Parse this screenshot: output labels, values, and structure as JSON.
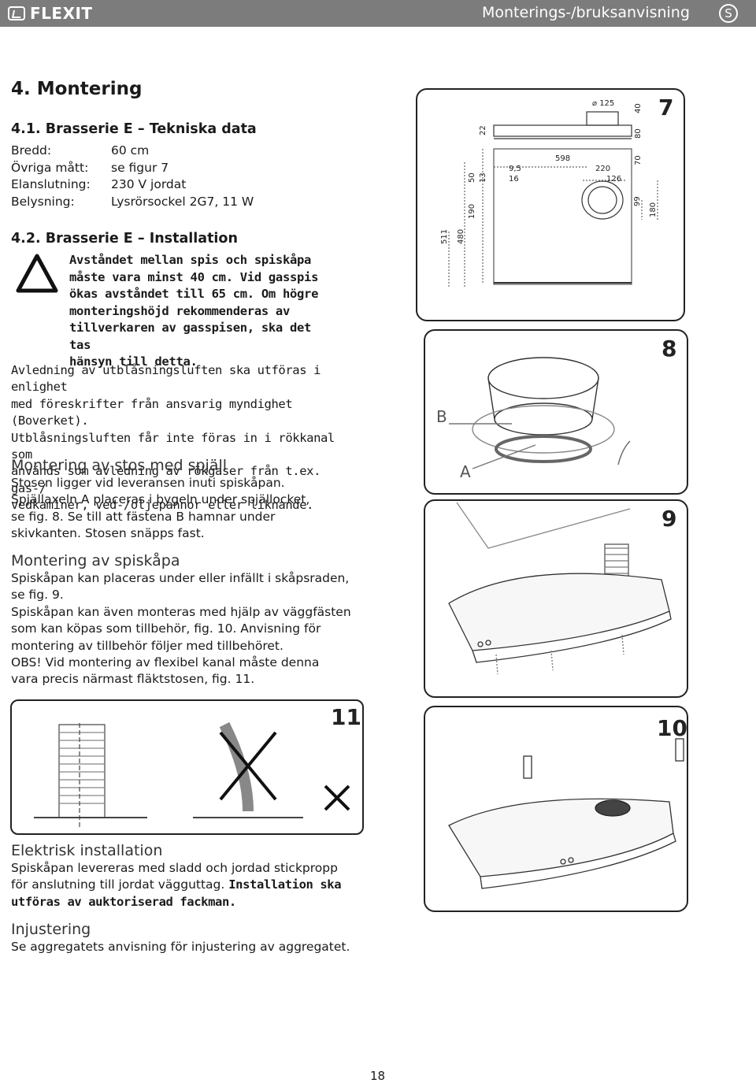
{
  "header": {
    "brand": "FLEXIT",
    "title": "Monterings-/bruksanvisning",
    "lang": "S"
  },
  "section": {
    "title": "4.  Montering"
  },
  "tech": {
    "title": "4.1.  Brasserie E – Tekniska data",
    "rows": [
      {
        "label": "Bredd:",
        "value": "60 cm"
      },
      {
        "label": "Övriga mått:",
        "value": "se figur 7"
      },
      {
        "label": "Elanslutning:",
        "value": "230 V jordat"
      },
      {
        "label": "Belysning:",
        "value": "Lysrörsockel 2G7, 11 W"
      }
    ]
  },
  "install": {
    "title": "4.2.  Brasserie E – Installation",
    "warning": [
      "Avståndet mellan spis och spiskåpa",
      "måste vara minst 40 cm. Vid gasspis",
      "ökas avståndet till 65 cm. Om högre",
      "monteringshöjd rekommenderas av",
      "tillverkaren av gasspisen, ska det tas",
      "hänsyn till detta."
    ],
    "paragraph": [
      "Avledning av utblåsningsluften ska utföras i enlighet",
      "med föreskrifter från ansvarig myndighet (Boverket).",
      "Utblåsningsluften får inte föras in i rökkanal som",
      "används som avledning av rökgaser från t.ex. gas-/",
      "vedkaminer, ved-/oljepannor eller liknande."
    ]
  },
  "stos": {
    "title": "Montering av stos med spjäll",
    "lines": [
      "Stosen ligger vid leveransen inuti spiskåpan.",
      "Spjällaxeln A placeras i bygeln under spjällocket,",
      "se fig. 8. Se till att fästena B hamnar under",
      "skivkanten. Stosen snäpps fast."
    ]
  },
  "hood": {
    "title": "Montering av spiskåpa",
    "lines": [
      "Spiskåpan kan placeras under eller infällt i skåpsraden,",
      "se fig. 9.",
      "Spiskåpan kan även monteras med hjälp av väggfästen",
      "som kan köpas som tillbehör, fig. 10. Anvisning för",
      "montering av tillbehör följer med tillbehöret.",
      "OBS! Vid montering av flexibel kanal måste denna",
      "vara precis närmast fläktstosen, fig. 11."
    ]
  },
  "electric": {
    "title": "Elektrisk installation",
    "line1": "Spiskåpan levereras med sladd och jordad stickpropp",
    "line2_plain": "för anslutning till jordat vägguttag. ",
    "line2_bold": "Installation ska",
    "line3_bold": "utföras av auktoriserad fackman."
  },
  "adjust": {
    "title": "Injustering",
    "line": "Se aggregatets anvisning för injustering av aggregatet."
  },
  "figures": {
    "fig7": {
      "number": "7",
      "dims": [
        "125",
        "40",
        "80",
        "70",
        "22",
        "598",
        "50",
        "13",
        "9,5",
        "16",
        "220",
        "126",
        "99",
        "180",
        "190",
        "480",
        "511"
      ]
    },
    "fig8": {
      "number": "8",
      "label_a": "A",
      "label_b": "B"
    },
    "fig9": {
      "number": "9"
    },
    "fig10": {
      "number": "10"
    },
    "fig11": {
      "number": "11"
    }
  },
  "page": {
    "number": "18"
  }
}
